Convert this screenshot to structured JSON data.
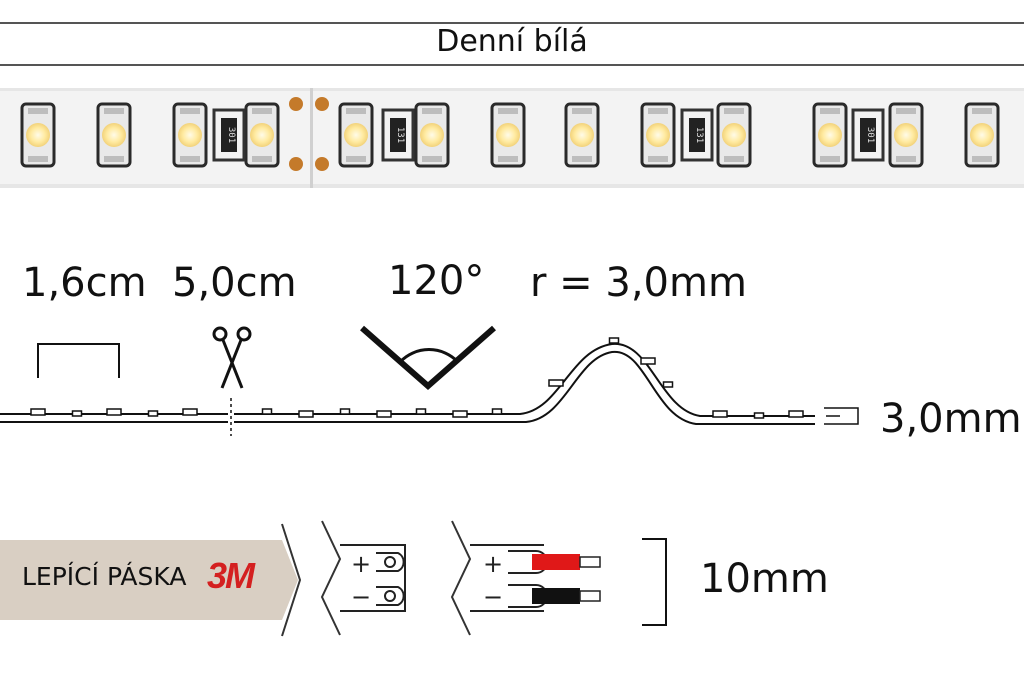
{
  "header": {
    "title": "Denní bílá"
  },
  "strip": {
    "resistor_markings": [
      "301",
      "131",
      "131",
      "301"
    ],
    "colors": {
      "background": "#f3f3f3",
      "led": "#fdf3c8",
      "led_glow": "#ffe18a",
      "pad": "#c47a2a"
    }
  },
  "dimensions": {
    "led_pitch": "1,6cm",
    "cut_length": "5,0cm",
    "beam_angle": "120°",
    "bend_radius": "r = 3,0mm",
    "thickness": "3,0mm",
    "width": "10mm"
  },
  "icons": [
    "scissors-icon",
    "angle-icon"
  ],
  "tape": {
    "label": "LEPÍCÍ PÁSKA",
    "brand": "3M",
    "colors": {
      "band": "#d9cfc3",
      "brand": "#d42020"
    }
  },
  "connector": {
    "plus": "+",
    "minus": "−",
    "colors": {
      "red_wire": "#e01818",
      "black_wire": "#111111"
    }
  }
}
